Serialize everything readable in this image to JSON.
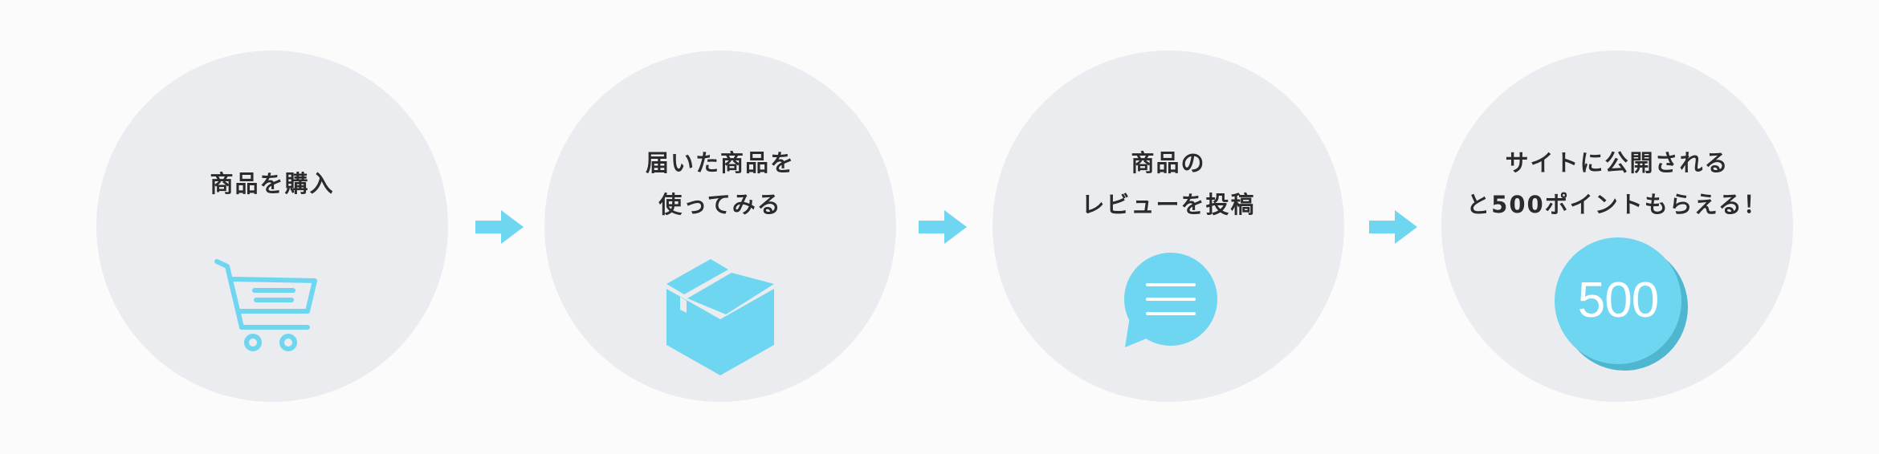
{
  "colors": {
    "background": "#fbfbfb",
    "circle": "#ebecef",
    "accent": "#6fd6f1",
    "coin_shadow": "#4fb6cf",
    "text": "#2b2b2b"
  },
  "steps": [
    {
      "label": "商品を購入",
      "icon": "shopping-cart-icon"
    },
    {
      "label": "届いた商品を\n使ってみる",
      "icon": "box-icon"
    },
    {
      "label": "商品の\nレビューを投稿",
      "icon": "speech-bubble-icon"
    },
    {
      "label": "サイトに公開される\nと500ポイントもらえる！",
      "icon": "coin-icon",
      "coin_value": "500"
    }
  ],
  "arrows": [
    "right-arrow-icon",
    "right-arrow-icon",
    "right-arrow-icon"
  ]
}
